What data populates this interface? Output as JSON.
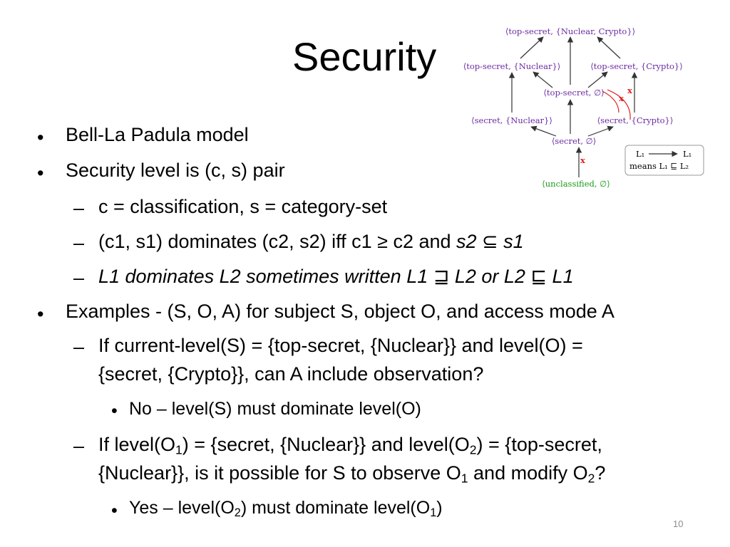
{
  "title": "Security",
  "page_number": "10",
  "bullets": {
    "b1": "Bell-La Padula model",
    "b2": "Security level is (c, s) pair",
    "b2_1": "c = classification, s = category-set",
    "b2_2_text": "(c1, s1) dominates (c2, s2) iff c1 ≥ c2 and ",
    "b2_2_italic": "s2 ⊆ s1",
    "b2_3": "L1 dominates L2 sometimes written L1 ⊒ L2 or L2 ⊑ L1",
    "b3": "Examples - (S, O, A) for subject S, object O, and access mode A",
    "b3_1_line1": "If current-level(S) = {top-secret, {Nuclear}} and level(O) =",
    "b3_1_line2": "{secret, {Crypto}}, can A include observation?",
    "b3_1_1": "No – level(S) must dominate level(O)",
    "b3_2_a": "If level(O",
    "b3_2_sub1": "1",
    "b3_2_b": ") = {secret, {Nuclear}} and level(O",
    "b3_2_sub2": "2",
    "b3_2_c": ") = {top-secret,",
    "b3_2_line2_a": "{Nuclear}}, is it possible for S to observe O",
    "b3_2_line2_sub1": "1",
    "b3_2_line2_b": " and modify O",
    "b3_2_line2_sub2": "2",
    "b3_2_line2_c": "?",
    "b3_2_1_a": "Yes – level(O",
    "b3_2_1_sub2": "2",
    "b3_2_1_b": ") must dominate level(O",
    "b3_2_1_sub1": "1",
    "b3_2_1_c": ")"
  },
  "lattice": {
    "top": "⟨top-secret, {Nuclear, Crypto}⟩",
    "ts_nuclear": "⟨top-secret, {Nuclear}⟩",
    "ts_crypto": "⟨top-secret, {Crypto}⟩",
    "ts_empty": "⟨top-secret, ∅⟩",
    "s_nuclear": "⟨secret, {Nuclear}⟩",
    "s_crypto": "⟨secret, {Crypto}⟩",
    "s_empty": "⟨secret, ∅⟩",
    "unclassified": "⟨unclassified, ∅⟩",
    "x_mark": "x",
    "legend_l1_left": "L₁",
    "legend_l1_right": "L₁",
    "legend_means": "means L₁ ⊑ L₂",
    "colors": {
      "node": "#6a2aa0",
      "bottom": "#1a9a1a",
      "arrow": "#333333",
      "x": "#e02020"
    }
  }
}
